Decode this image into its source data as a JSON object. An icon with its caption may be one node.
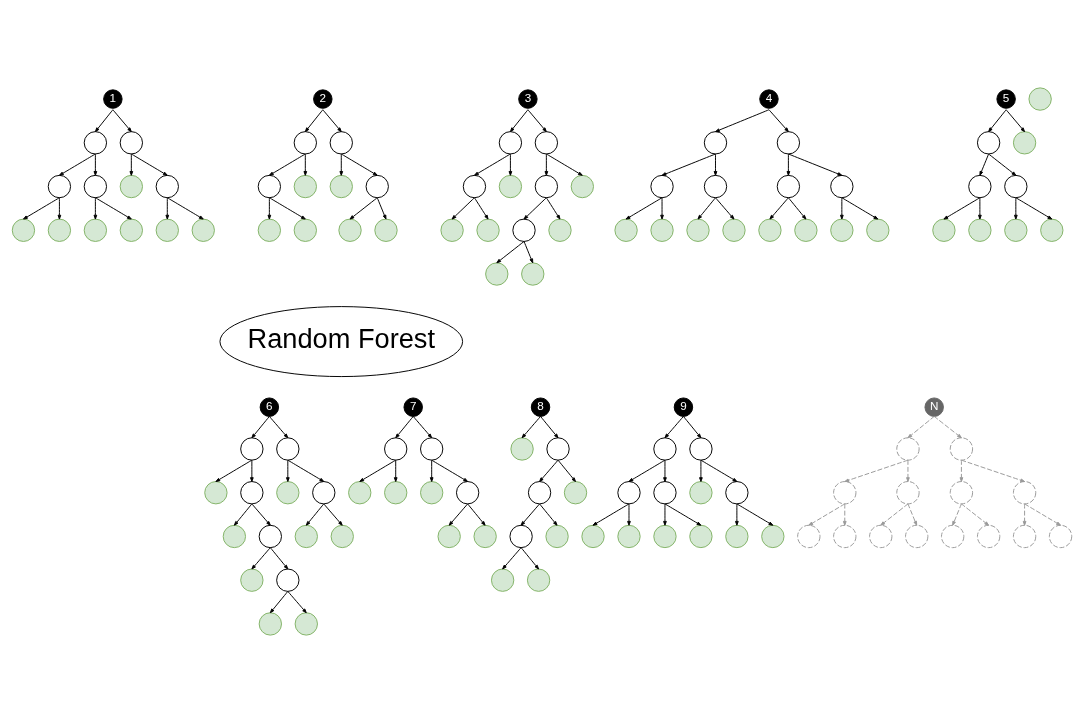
{
  "diagram": {
    "nodes": [
      {
        "text": [
          "1"
        ]
      },
      {
        "text": [],
        "shape": "circle"
      },
      {
        "text": [],
        "shape": "circle"
      },
      {
        "text": [],
        "shape": "circle"
      },
      {
        "text": [],
        "shape": "circle"
      },
      {
        "text": [],
        "shape": "circle"
      },
      {
        "text": [],
        "shape": "circle"
      },
      {
        "text": [],
        "shape": "circle"
      },
      {
        "text": [],
        "shape": "circle"
      },
      {
        "text": [],
        "shape": "circle"
      },
      {
        "text": [],
        "shape": "circle"
      },
      {
        "text": [],
        "shape": "circle"
      },
      {
        "text": [],
        "shape": "circle"
      },
      {
        "text": [
          "2"
        ]
      },
      {
        "text": [],
        "shape": "circle"
      },
      {
        "text": [],
        "shape": "circle"
      },
      {
        "text": [],
        "shape": "circle"
      },
      {
        "text": [],
        "shape": "circle"
      },
      {
        "text": [],
        "shape": "circle"
      },
      {
        "text": [],
        "shape": "circle"
      },
      {
        "text": [],
        "shape": "circle"
      },
      {
        "text": [],
        "shape": "circle"
      },
      {
        "text": [],
        "shape": "circle"
      },
      {
        "text": [],
        "shape": "circle"
      },
      {
        "text": [
          "3"
        ]
      },
      {
        "text": [],
        "shape": "circle"
      },
      {
        "text": [],
        "shape": "circle"
      },
      {
        "text": [],
        "shape": "circle"
      },
      {
        "text": [],
        "shape": "circle"
      },
      {
        "text": [],
        "shape": "circle"
      },
      {
        "text": [],
        "shape": "circle"
      },
      {
        "text": [],
        "shape": "circle"
      },
      {
        "text": [],
        "shape": "circle"
      },
      {
        "text": [],
        "shape": "circle"
      },
      {
        "text": [],
        "shape": "circle"
      },
      {
        "text": [],
        "shape": "circle"
      },
      {
        "text": [],
        "shape": "circle"
      },
      {
        "text": [
          "4"
        ]
      },
      {
        "text": [],
        "shape": "circle"
      },
      {
        "text": [],
        "shape": "circle"
      },
      {
        "text": [],
        "shape": "circle"
      },
      {
        "text": [],
        "shape": "circle"
      },
      {
        "text": [],
        "shape": "circle"
      },
      {
        "text": [],
        "shape": "circle"
      },
      {
        "text": [],
        "shape": "circle"
      },
      {
        "text": [],
        "shape": "circle"
      },
      {
        "text": [],
        "shape": "circle"
      },
      {
        "text": [],
        "shape": "circle"
      },
      {
        "text": [],
        "shape": "circle"
      },
      {
        "text": [],
        "shape": "circle"
      },
      {
        "text": [],
        "shape": "circle"
      },
      {
        "text": [],
        "shape": "circle"
      },
      {
        "text": [
          "5"
        ]
      },
      {
        "text": [],
        "shape": "circle"
      },
      {
        "text": [],
        "shape": "circle"
      },
      {
        "text": [],
        "shape": "circle"
      },
      {
        "text": [],
        "shape": "circle"
      },
      {
        "text": [],
        "shape": "circle"
      },
      {
        "text": [],
        "shape": "circle"
      },
      {
        "text": [],
        "shape": "circle"
      },
      {
        "text": [],
        "shape": "circle"
      },
      {
        "text": [
          "Random Forest"
        ]
      },
      {
        "text": [
          "6"
        ]
      },
      {
        "text": [],
        "shape": "circle"
      },
      {
        "text": [],
        "shape": "circle"
      },
      {
        "text": [],
        "shape": "circle"
      },
      {
        "text": [],
        "shape": "circle"
      },
      {
        "text": [],
        "shape": "circle"
      },
      {
        "text": [],
        "shape": "circle"
      },
      {
        "text": [],
        "shape": "circle"
      },
      {
        "text": [],
        "shape": "circle"
      },
      {
        "text": [],
        "shape": "circle"
      },
      {
        "text": [],
        "shape": "circle"
      },
      {
        "text": [],
        "shape": "circle"
      },
      {
        "text": [],
        "shape": "circle"
      },
      {
        "text": [],
        "shape": "circle"
      },
      {
        "text": [],
        "shape": "circle"
      },
      {
        "text": [
          "7"
        ]
      },
      {
        "text": [],
        "shape": "circle"
      },
      {
        "text": [],
        "shape": "circle"
      },
      {
        "text": [],
        "shape": "circle"
      },
      {
        "text": [],
        "shape": "circle"
      },
      {
        "text": [],
        "shape": "circle"
      },
      {
        "text": [],
        "shape": "circle"
      },
      {
        "text": [],
        "shape": "circle"
      },
      {
        "text": [],
        "shape": "circle"
      },
      {
        "text": [
          "8"
        ]
      },
      {
        "text": [],
        "shape": "circle"
      },
      {
        "text": [],
        "shape": "circle"
      },
      {
        "text": [],
        "shape": "circle"
      },
      {
        "text": [],
        "shape": "circle"
      },
      {
        "text": [],
        "shape": "circle"
      },
      {
        "text": [],
        "shape": "circle"
      },
      {
        "text": [],
        "shape": "circle"
      },
      {
        "text": [],
        "shape": "circle"
      },
      {
        "text": [
          "9"
        ]
      },
      {
        "text": [],
        "shape": "circle"
      },
      {
        "text": [],
        "shape": "circle"
      },
      {
        "text": [],
        "shape": "circle"
      },
      {
        "text": [],
        "shape": "circle"
      },
      {
        "text": [],
        "shape": "circle"
      },
      {
        "text": [],
        "shape": "circle"
      },
      {
        "text": [],
        "shape": "circle"
      },
      {
        "text": [],
        "shape": "circle"
      },
      {
        "text": [],
        "shape": "circle"
      },
      {
        "text": [],
        "shape": "circle"
      },
      {
        "text": [],
        "shape": "circle"
      },
      {
        "text": [],
        "shape": "circle"
      },
      {
        "text": [
          "N"
        ]
      },
      {
        "text": [],
        "shape": "circle"
      },
      {
        "text": [],
        "shape": "circle"
      },
      {
        "text": [],
        "shape": "circle"
      },
      {
        "text": [],
        "shape": "circle"
      },
      {
        "text": [],
        "shape": "circle"
      },
      {
        "text": [],
        "shape": "circle"
      },
      {
        "text": [],
        "shape": "circle"
      },
      {
        "text": [],
        "shape": "circle"
      },
      {
        "text": [],
        "shape": "circle"
      },
      {
        "text": [],
        "shape": "circle"
      },
      {
        "text": [],
        "shape": "circle"
      },
      {
        "text": [],
        "shape": "circle"
      },
      {
        "text": [],
        "shape": "circle"
      },
      {
        "text": [],
        "shape": "circle"
      },
      {
        "text": [],
        "shape": "circle"
      }
    ],
    "edges": [
      {
        "from": 0,
        "to": 1,
        "arrow": "to"
      },
      {
        "from": 0,
        "to": 2,
        "arrow": "to"
      },
      {
        "from": 1,
        "to": 3,
        "arrow": "to"
      },
      {
        "from": 1,
        "to": 4,
        "arrow": "to"
      },
      {
        "from": 2,
        "to": 5,
        "arrow": "to"
      },
      {
        "from": 2,
        "to": 6,
        "arrow": "to"
      },
      {
        "from": 3,
        "to": 7,
        "arrow": "to"
      },
      {
        "from": 3,
        "to": 8,
        "arrow": "to"
      },
      {
        "from": 4,
        "to": 9,
        "arrow": "to"
      },
      {
        "from": 4,
        "to": 10,
        "arrow": "to"
      },
      {
        "from": 6,
        "to": 11,
        "arrow": "to"
      },
      {
        "from": 6,
        "to": 12,
        "arrow": "to"
      },
      {
        "from": 13,
        "to": 14,
        "arrow": "to"
      },
      {
        "from": 13,
        "to": 15,
        "arrow": "to"
      },
      {
        "from": 14,
        "to": 16,
        "arrow": "to"
      },
      {
        "from": 14,
        "to": 17,
        "arrow": "to"
      },
      {
        "from": 15,
        "to": 18,
        "arrow": "to"
      },
      {
        "from": 15,
        "to": 19,
        "arrow": "to"
      },
      {
        "from": 16,
        "to": 20,
        "arrow": "to"
      },
      {
        "from": 16,
        "to": 21,
        "arrow": "to"
      },
      {
        "from": 19,
        "to": 22,
        "arrow": "to"
      },
      {
        "from": 19,
        "to": 23,
        "arrow": "to"
      },
      {
        "from": 24,
        "to": 25,
        "arrow": "to"
      },
      {
        "from": 24,
        "to": 26,
        "arrow": "to"
      },
      {
        "from": 25,
        "to": 27,
        "arrow": "to"
      },
      {
        "from": 25,
        "to": 28,
        "arrow": "to"
      },
      {
        "from": 26,
        "to": 29,
        "arrow": "to"
      },
      {
        "from": 26,
        "to": 30,
        "arrow": "to"
      },
      {
        "from": 27,
        "to": 31,
        "arrow": "to"
      },
      {
        "from": 27,
        "to": 32,
        "arrow": "to"
      },
      {
        "from": 29,
        "to": 33,
        "arrow": "to"
      },
      {
        "from": 29,
        "to": 34,
        "arrow": "to"
      },
      {
        "from": 33,
        "to": 35,
        "arrow": "to"
      },
      {
        "from": 33,
        "to": 36,
        "arrow": "to"
      },
      {
        "from": 37,
        "to": 38,
        "arrow": "to"
      },
      {
        "from": 37,
        "to": 39,
        "arrow": "to"
      },
      {
        "from": 38,
        "to": 40,
        "arrow": "to"
      },
      {
        "from": 38,
        "to": 41,
        "arrow": "to"
      },
      {
        "from": 39,
        "to": 42,
        "arrow": "to"
      },
      {
        "from": 39,
        "to": 43,
        "arrow": "to"
      },
      {
        "from": 40,
        "to": 44,
        "arrow": "to"
      },
      {
        "from": 40,
        "to": 45,
        "arrow": "to"
      },
      {
        "from": 41,
        "to": 46,
        "arrow": "to"
      },
      {
        "from": 41,
        "to": 47,
        "arrow": "to"
      },
      {
        "from": 42,
        "to": 48,
        "arrow": "to"
      },
      {
        "from": 42,
        "to": 49,
        "arrow": "to"
      },
      {
        "from": 43,
        "to": 50,
        "arrow": "to"
      },
      {
        "from": 43,
        "to": 51,
        "arrow": "to"
      },
      {
        "from": 52,
        "to": 53,
        "arrow": "to"
      },
      {
        "from": 52,
        "to": 54,
        "arrow": "to"
      },
      {
        "from": 53,
        "to": 55,
        "arrow": "to"
      },
      {
        "from": 53,
        "to": 56,
        "arrow": "to"
      },
      {
        "from": 55,
        "to": 57,
        "arrow": "to"
      },
      {
        "from": 55,
        "to": 58,
        "arrow": "to"
      },
      {
        "from": 56,
        "to": 59,
        "arrow": "to"
      },
      {
        "from": 56,
        "to": 60,
        "arrow": "to"
      },
      {
        "from": 62,
        "to": 63,
        "arrow": "to"
      },
      {
        "from": 62,
        "to": 64,
        "arrow": "to"
      },
      {
        "from": 63,
        "to": 65,
        "arrow": "to"
      },
      {
        "from": 63,
        "to": 66,
        "arrow": "to"
      },
      {
        "from": 64,
        "to": 67,
        "arrow": "to"
      },
      {
        "from": 64,
        "to": 68,
        "arrow": "to"
      },
      {
        "from": 66,
        "to": 69,
        "arrow": "to"
      },
      {
        "from": 66,
        "to": 70,
        "arrow": "to"
      },
      {
        "from": 68,
        "to": 71,
        "arrow": "to"
      },
      {
        "from": 68,
        "to": 72,
        "arrow": "to"
      },
      {
        "from": 70,
        "to": 73,
        "arrow": "to"
      },
      {
        "from": 70,
        "to": 74,
        "arrow": "to"
      },
      {
        "from": 74,
        "to": 75,
        "arrow": "to"
      },
      {
        "from": 74,
        "to": 76,
        "arrow": "to"
      },
      {
        "from": 77,
        "to": 78,
        "arrow": "to"
      },
      {
        "from": 77,
        "to": 79,
        "arrow": "to"
      },
      {
        "from": 78,
        "to": 80,
        "arrow": "to"
      },
      {
        "from": 78,
        "to": 81,
        "arrow": "to"
      },
      {
        "from": 79,
        "to": 82,
        "arrow": "to"
      },
      {
        "from": 79,
        "to": 83,
        "arrow": "to"
      },
      {
        "from": 83,
        "to": 84,
        "arrow": "to"
      },
      {
        "from": 83,
        "to": 85,
        "arrow": "to"
      },
      {
        "from": 86,
        "to": 87,
        "arrow": "to"
      },
      {
        "from": 86,
        "to": 88,
        "arrow": "to"
      },
      {
        "from": 88,
        "to": 89,
        "arrow": "to"
      },
      {
        "from": 88,
        "to": 90,
        "arrow": "to"
      },
      {
        "from": 89,
        "to": 91,
        "arrow": "to"
      },
      {
        "from": 89,
        "to": 92,
        "arrow": "to"
      },
      {
        "from": 91,
        "to": 93,
        "arrow": "to"
      },
      {
        "from": 91,
        "to": 94,
        "arrow": "to"
      },
      {
        "from": 95,
        "to": 96,
        "arrow": "to"
      },
      {
        "from": 95,
        "to": 97,
        "arrow": "to"
      },
      {
        "from": 96,
        "to": 98,
        "arrow": "to"
      },
      {
        "from": 96,
        "to": 99,
        "arrow": "to"
      },
      {
        "from": 97,
        "to": 100,
        "arrow": "to"
      },
      {
        "from": 97,
        "to": 101,
        "arrow": "to"
      },
      {
        "from": 98,
        "to": 102,
        "arrow": "to"
      },
      {
        "from": 98,
        "to": 103,
        "arrow": "to"
      },
      {
        "from": 99,
        "to": 104,
        "arrow": "to"
      },
      {
        "from": 99,
        "to": 105,
        "arrow": "to"
      },
      {
        "from": 101,
        "to": 106,
        "arrow": "to"
      },
      {
        "from": 101,
        "to": 107,
        "arrow": "to"
      },
      {
        "from": 108,
        "to": 109,
        "arrow": "to",
        "style": "dashed",
        "color": "#999999"
      },
      {
        "from": 108,
        "to": 110,
        "arrow": "to",
        "style": "dashed",
        "color": "#999999"
      },
      {
        "from": 109,
        "to": 111,
        "arrow": "to",
        "style": "dashed",
        "color": "#999999"
      },
      {
        "from": 109,
        "to": 112,
        "arrow": "to",
        "style": "dashed",
        "color": "#999999"
      },
      {
        "from": 110,
        "to": 113,
        "arrow": "to",
        "style": "dashed",
        "color": "#999999"
      },
      {
        "from": 110,
        "to": 114,
        "arrow": "to",
        "style": "dashed",
        "color": "#999999"
      },
      {
        "from": 111,
        "to": 115,
        "arrow": "to",
        "style": "dashed",
        "color": "#999999"
      },
      {
        "from": 111,
        "to": 116,
        "arrow": "to",
        "style": "dashed",
        "color": "#999999"
      },
      {
        "from": 112,
        "to": 117,
        "arrow": "to",
        "style": "dashed",
        "color": "#999999"
      },
      {
        "from": 112,
        "to": 118,
        "arrow": "to",
        "style": "dashed",
        "color": "#999999"
      },
      {
        "from": 113,
        "to": 119,
        "arrow": "to",
        "style": "dashed",
        "color": "#999999"
      },
      {
        "from": 113,
        "to": 120,
        "arrow": "to",
        "style": "dashed",
        "color": "#999999"
      },
      {
        "from": 114,
        "to": 121,
        "arrow": "to",
        "style": "dashed",
        "color": "#999999"
      },
      {
        "from": 114,
        "to": 122,
        "arrow": "to",
        "style": "dashed",
        "color": "#999999"
      }
    ]
  }
}
